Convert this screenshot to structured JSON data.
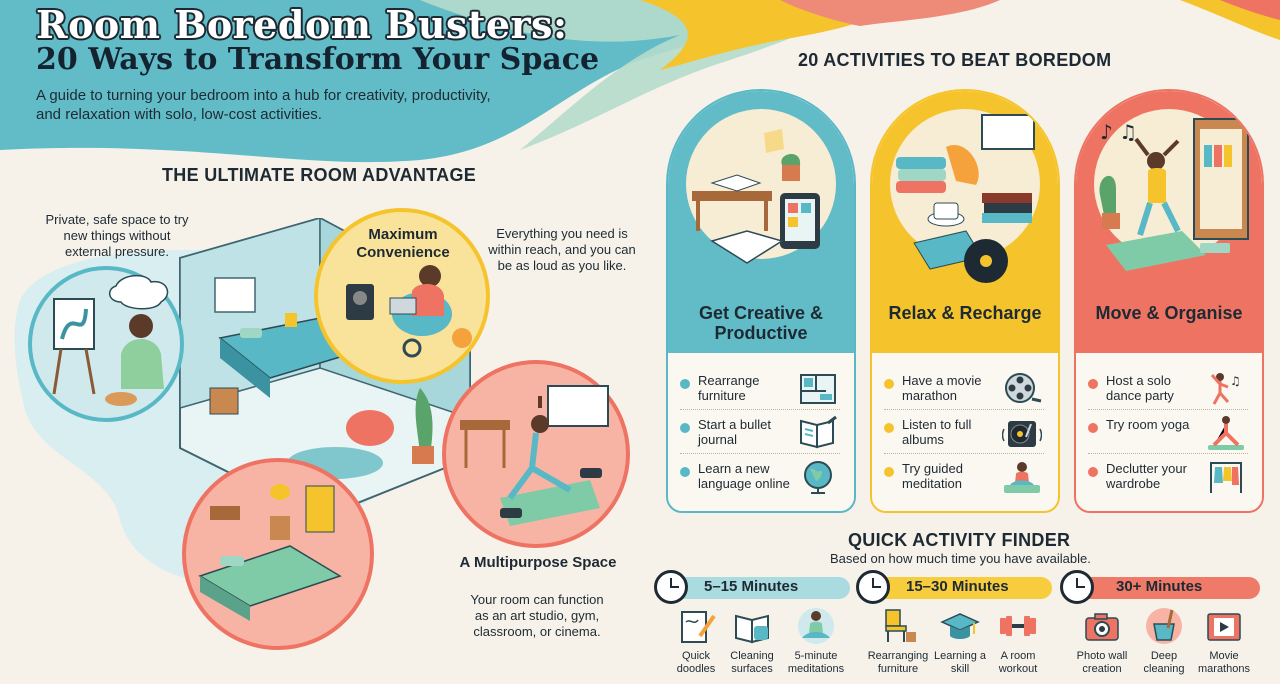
{
  "header": {
    "title_line1": "Room Boredom Busters:",
    "title_line2": "20 Ways to Transform Your Space",
    "subtitle": "A guide to turning your bedroom into a hub for creativity, productivity, and relaxation with solo, low-cost activities."
  },
  "advantage": {
    "heading": "THE ULTIMATE ROOM ADVANTAGE",
    "note_private": "Private, safe space to try new things without external pressure.",
    "convenience_title": "Maximum Convenience",
    "note_everything": "Everything you need is within reach, and you can be as loud as you like.",
    "multipurpose_title": "A Multipurpose Space",
    "multipurpose_text": "Your room can function as an art studio, gym, classroom, or cinema."
  },
  "activities": {
    "heading": "20 ACTIVITIES TO BEAT BOREDOM",
    "cards": [
      {
        "title": "Get Creative & Productive",
        "items": [
          {
            "label": "Rearrange furniture",
            "icon": "floorplan-icon"
          },
          {
            "label": "Start a bullet journal",
            "icon": "journal-icon"
          },
          {
            "label": "Learn a new language online",
            "icon": "globe-icon"
          }
        ]
      },
      {
        "title": "Relax & Recharge",
        "items": [
          {
            "label": "Have a movie marathon",
            "icon": "film-reel-icon"
          },
          {
            "label": "Listen to full albums",
            "icon": "turntable-icon"
          },
          {
            "label": "Try guided meditation",
            "icon": "meditation-icon"
          }
        ]
      },
      {
        "title": "Move & Organise",
        "items": [
          {
            "label": "Host a solo dance party",
            "icon": "dancer-icon"
          },
          {
            "label": "Try room yoga",
            "icon": "yoga-icon"
          },
          {
            "label": "Declutter your wardrobe",
            "icon": "clothes-rack-icon"
          }
        ]
      }
    ]
  },
  "finder": {
    "heading": "QUICK ACTIVITY FINDER",
    "subheading": "Based on how much time you have available.",
    "groups": [
      {
        "label": "5–15 Minutes",
        "color": "#a9dbe0",
        "items": [
          {
            "label": "Quick doodles",
            "icon": "doodle-icon"
          },
          {
            "label": "Cleaning surfaces",
            "icon": "cleaning-icon"
          },
          {
            "label": "5-minute meditations",
            "icon": "meditation-icon"
          }
        ]
      },
      {
        "label": "15–30 Minutes",
        "color": "#f7cd3d",
        "items": [
          {
            "label": "Rearranging furniture",
            "icon": "chair-icon"
          },
          {
            "label": "Learning a skill",
            "icon": "graduation-cap-icon"
          },
          {
            "label": "A room workout",
            "icon": "dumbbell-icon"
          }
        ]
      },
      {
        "label": "30+ Minutes",
        "color": "#ef7a68",
        "items": [
          {
            "label": "Photo wall creation",
            "icon": "camera-icon"
          },
          {
            "label": "Deep cleaning",
            "icon": "bucket-icon"
          },
          {
            "label": "Movie marathons",
            "icon": "film-icon"
          }
        ]
      }
    ]
  },
  "colors": {
    "teal": "#58b8c6",
    "yellow": "#f5c42c",
    "coral": "#ee7362",
    "mint": "#9fd6c4",
    "ink": "#1e2a33",
    "paper": "#f6f2ea"
  }
}
